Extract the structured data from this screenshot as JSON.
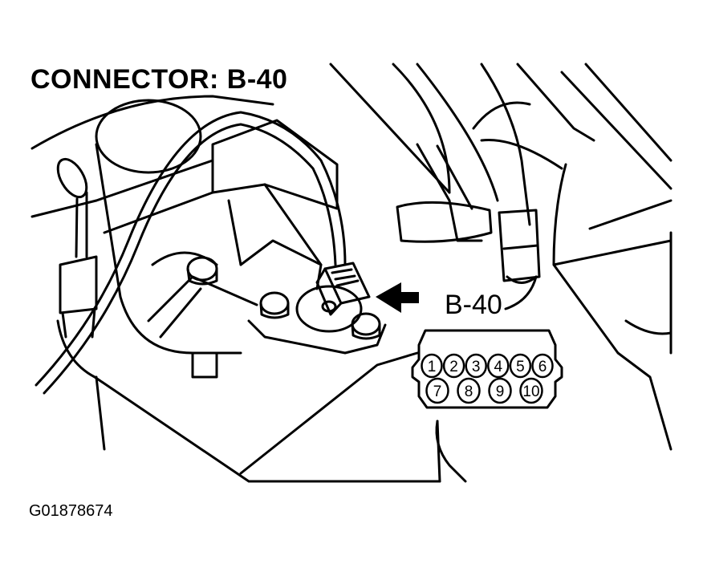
{
  "diagram": {
    "title": "CONNECTOR: B-40",
    "connector_callout": "B-40",
    "figure_id": "G01878674",
    "pins_top_row": [
      "1",
      "2",
      "3",
      "4",
      "5",
      "6"
    ],
    "pins_bottom_row": [
      "7",
      "8",
      "9",
      "10"
    ],
    "line_color": "#000000",
    "background_color": "#ffffff"
  }
}
